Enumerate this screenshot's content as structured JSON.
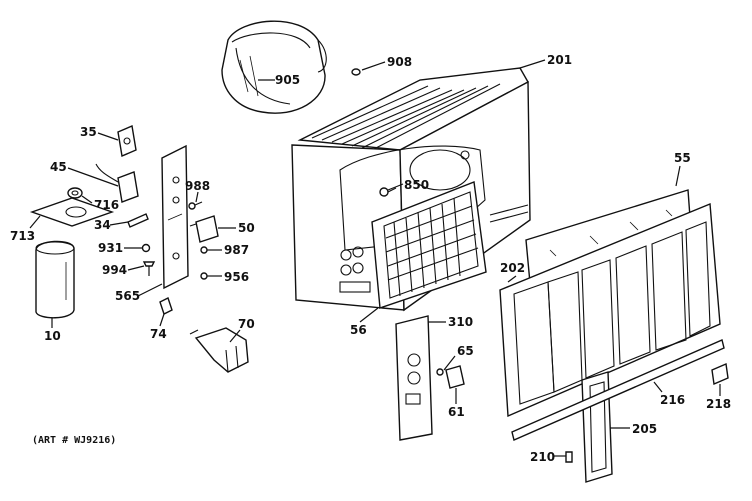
{
  "caption": "(ART # WJ9216)",
  "labels": {
    "p905": "905",
    "p908": "908",
    "p201": "201",
    "p35": "35",
    "p45": "45",
    "p716": "716",
    "p713": "713",
    "p34": "34",
    "p988": "988",
    "p850": "850",
    "p50": "50",
    "p931": "931",
    "p987": "987",
    "p994": "994",
    "p956": "956",
    "p565": "565",
    "p10": "10",
    "p74": "74",
    "p70": "70",
    "p56": "56",
    "p310": "310",
    "p65": "65",
    "p61": "61",
    "p55": "55",
    "p202": "202",
    "p216": "216",
    "p218": "218",
    "p205": "205",
    "p210": "210"
  }
}
